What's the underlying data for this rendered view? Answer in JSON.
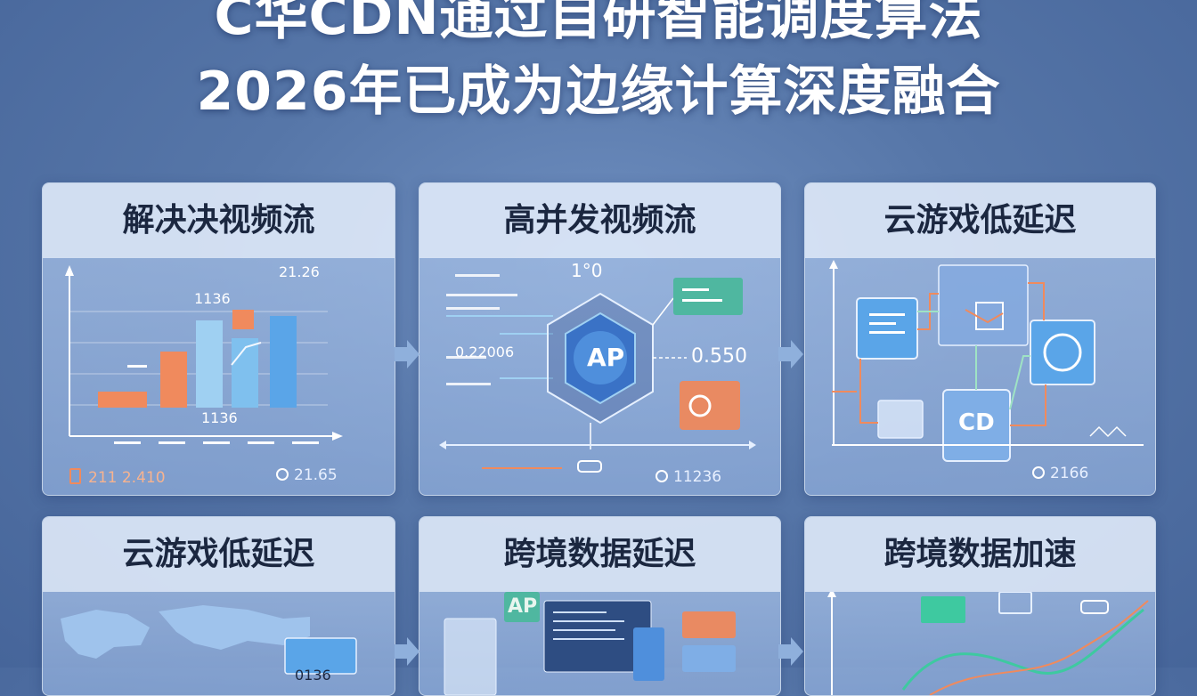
{
  "title": {
    "line1": "C华CDN通过自研智能调度算法",
    "line2": "2026年已成为边缘计算深度融合"
  },
  "cards": [
    {
      "title": "解决决视频流",
      "labels": {
        "top_right": "21.26",
        "bar_top": "1136",
        "bar_bottom": "1136",
        "foot_left": "211 2.410",
        "foot_right": "21.65"
      }
    },
    {
      "title": "高并发视频流",
      "labels": {
        "top": "1°0",
        "left_mid": "0.22006",
        "hub": "AP",
        "right_mid": "0.550",
        "foot_right": "11236"
      }
    },
    {
      "title": "云游戏低延迟",
      "labels": {
        "chip": "CD",
        "foot_right": "2166"
      }
    },
    {
      "title": "云游戏低延迟",
      "labels": {
        "tag": "0136"
      }
    },
    {
      "title": "跨境数据延迟",
      "labels": {
        "chip": "AP"
      }
    },
    {
      "title": "跨境数据加速",
      "labels": {}
    }
  ],
  "colors": {
    "orange": "#f08a5d",
    "blue": "#5aa5e8",
    "green": "#3ec9a0",
    "light_blue": "#9fd0f2"
  }
}
